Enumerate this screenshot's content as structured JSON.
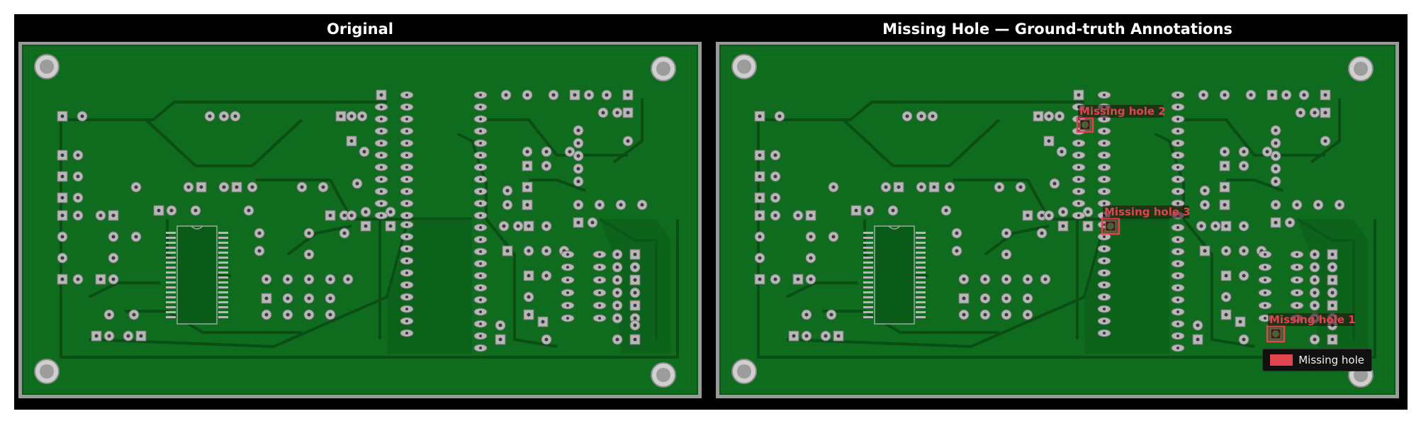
{
  "left_title": "Original",
  "right_title": "Missing Hole — Ground-truth Annotations",
  "annotations": [
    {
      "label": "Missing hole 2"
    },
    {
      "label": "Missing hole 3"
    },
    {
      "label": "Missing hole 1"
    }
  ],
  "legend": {
    "label": "Missing hole"
  },
  "colors": {
    "frame": "#000000",
    "board": "#0f6b1e",
    "trace": "#0a4e16",
    "pad": "#b7b7b7",
    "annotation": "#e04450"
  }
}
